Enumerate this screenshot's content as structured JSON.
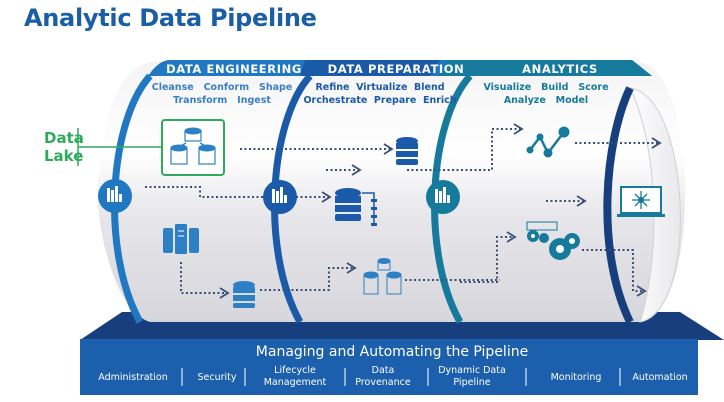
{
  "title": "Analytic Data Pipeline",
  "data_lake_label": [
    "Data",
    "Lake"
  ],
  "segments": [
    {
      "title": "DATA ENGINEERING",
      "actions_line1": "Cleanse   Conform   Shape",
      "actions_line2": "Transform   Ingest",
      "color": "#1f78c1"
    },
    {
      "title": "DATA PREPARATION",
      "actions_line1": "Refine  Virtualize  Blend",
      "actions_line2": "Orchestrate  Prepare  Enrich",
      "color": "#1a5aa8"
    },
    {
      "title": "ANALYTICS",
      "actions_line1": "Visualize   Build   Score",
      "actions_line2": "Analyze   Model",
      "color": "#157a9c"
    }
  ],
  "icons": {
    "data_lake": "database-cluster-icon",
    "server": "server-rack-icon",
    "database": "database-icon",
    "database_split": "database-partition-icon",
    "database_cluster": "database-cluster-icon",
    "analytics_node": "bar-chart-icon",
    "model": "line-graph-icon",
    "machine_learning": "gears-icon",
    "dashboard": "laptop-network-icon"
  },
  "base": {
    "title": "Managing and Automating the Pipeline",
    "items": [
      {
        "line1": "Administration",
        "line2": ""
      },
      {
        "line1": "Security",
        "line2": ""
      },
      {
        "line1": "Lifecycle",
        "line2": "Management"
      },
      {
        "line1": "Data",
        "line2": "Provenance"
      },
      {
        "line1": "Dynamic Data",
        "line2": "Pipeline"
      },
      {
        "line1": "Monitoring",
        "line2": ""
      },
      {
        "line1": "Automation",
        "line2": ""
      }
    ]
  },
  "colors": {
    "title": "#1a5fa6",
    "data_lake": "#2eaa5c",
    "base_top": "#173f7d",
    "base_front": "#1c5fad",
    "connector": "#3a4f78",
    "icon_blue": "#1f6fb8",
    "icon_teal": "#1a7ea3"
  }
}
